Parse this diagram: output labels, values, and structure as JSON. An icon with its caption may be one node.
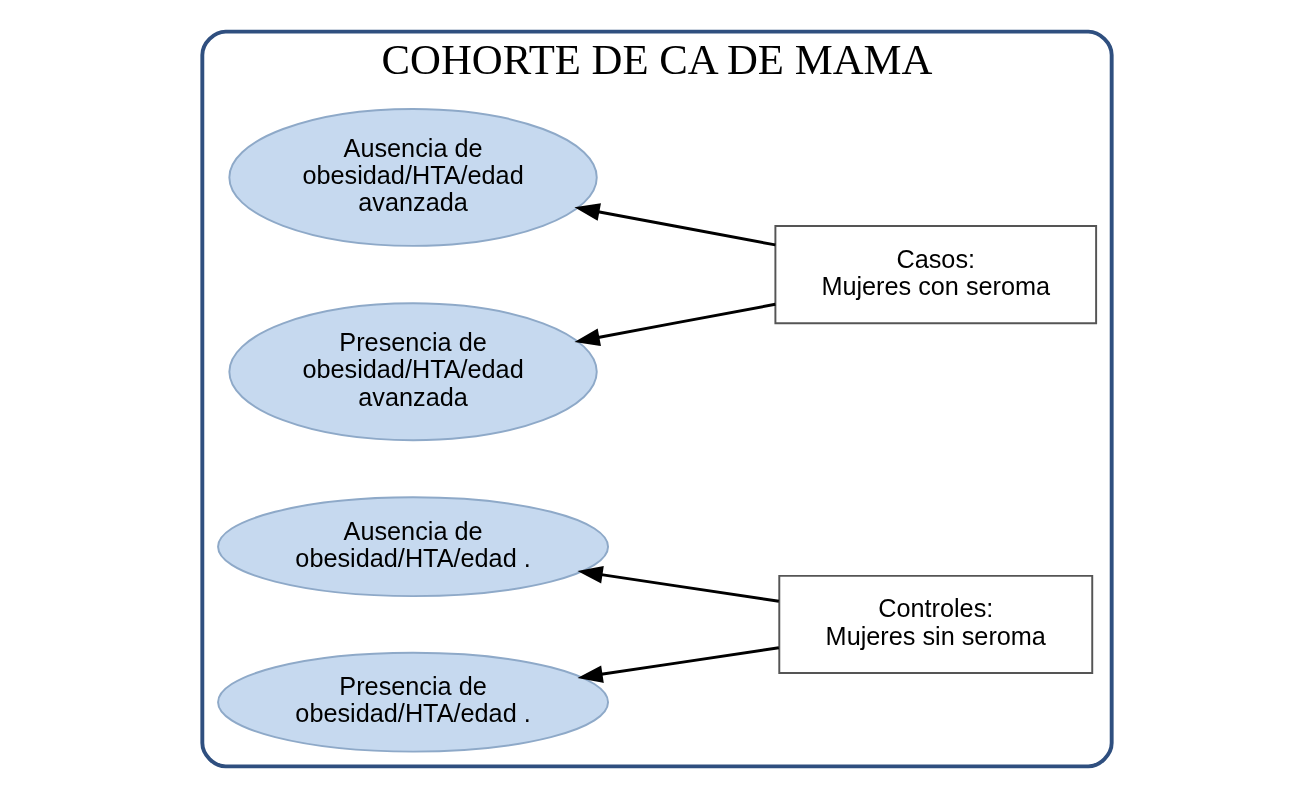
{
  "diagram": {
    "nodes": [
      {
        "text": [
          "COHORTE DE CA DE MAMA"
        ]
      },
      {
        "text": [
          "Presencia de obesidad/HTA/edad avanzada"
        ],
        "in": 0
      },
      {
        "text": [
          "Casos:",
          "Mujeres con seroma"
        ],
        "in": 0
      },
      {
        "text": [
          "Ausencia de obesidad/HTA/edad avanzada"
        ],
        "in": 0
      },
      {
        "text": [
          "Presencia de obesidad/HTA/edad ."
        ],
        "in": 0
      },
      {
        "text": [
          "Controles:",
          "Mujeres sin seroma"
        ],
        "in": 0
      },
      {
        "text": [
          "Ausencia de obesidad/HTA/edad ."
        ],
        "in": 0
      }
    ],
    "edges": [
      {
        "from": 2,
        "to": 1,
        "arrow": "to"
      },
      {
        "from": 2,
        "to": 3,
        "arrow": "to"
      },
      {
        "from": 5,
        "to": 4,
        "arrow": "to"
      },
      {
        "from": 5,
        "to": 6,
        "arrow": "to"
      }
    ]
  }
}
